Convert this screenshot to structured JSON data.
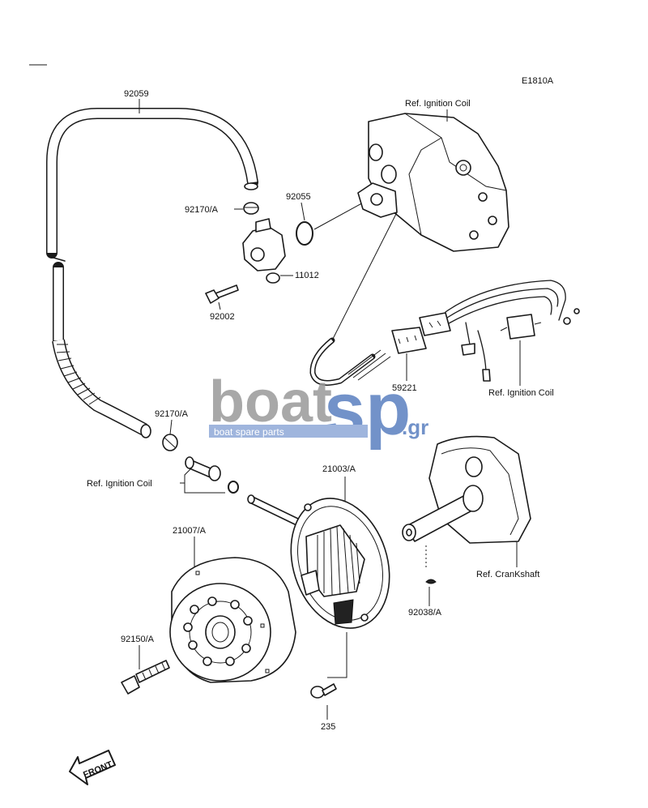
{
  "diagram_code": "E1810A",
  "labels": {
    "hose_92059": "92059",
    "clamp_92170_top": "92170/A",
    "oring_92055": "92055",
    "ref_ignition_coil_top": "Ref. Ignition Coil",
    "fitting_11012": "11012",
    "bolt_92002": "92002",
    "connector_59221": "59221",
    "ref_ignition_coil_right": "Ref. Ignition Coil",
    "clamp_92170_mid": "92170/A",
    "ref_ignition_coil_left": "Ref. Ignition Coil",
    "stator_21003": "21003/A",
    "flywheel_21007": "21007/A",
    "ref_crankshaft": "Ref. CranKshaft",
    "key_92038": "92038/A",
    "bolt_92150": "92150/A",
    "screw_235": "235",
    "front_arrow": "FRONT"
  },
  "watermark": {
    "word_a": "boat",
    "word_b": "sp",
    "suffix": ".gr",
    "tagline": "boat spare parts",
    "color_gray": "#9a9a9a",
    "color_blue": "#5a7fc0"
  }
}
